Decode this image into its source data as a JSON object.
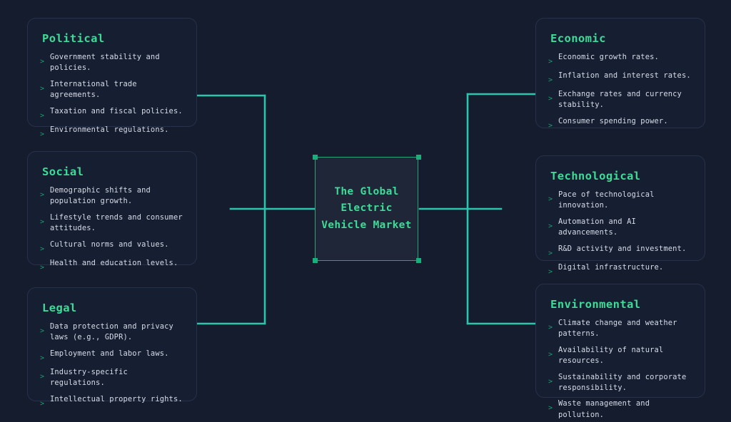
{
  "diagram": {
    "type": "pestle-mind-map",
    "center": {
      "label": "The Global\nElectric\nVehicle Market",
      "selected": true
    },
    "colors": {
      "background": "#141c2e",
      "card_fill": "#161e31",
      "card_border": "#273149",
      "accent_green": "#3ddc97",
      "connector": "#2bc4ad",
      "bullet": "#1f9e6d",
      "body_text": "#d7dce8",
      "center_fill": "#1e2638",
      "handle": "#18b07a"
    },
    "bullet_glyph": ">",
    "left_branches": [
      {
        "id": "political",
        "title": "Political",
        "items": [
          "Government stability and policies.",
          "International trade agreements.",
          "Taxation and fiscal policies.",
          "Environmental regulations."
        ]
      },
      {
        "id": "social",
        "title": "Social",
        "items": [
          "Demographic shifts and population growth.",
          "Lifestyle trends and consumer attitudes.",
          "Cultural norms and values.",
          "Health and education levels."
        ]
      },
      {
        "id": "legal",
        "title": "Legal",
        "items": [
          "Data protection and privacy laws (e.g., GDPR).",
          "Employment and labor laws.",
          "Industry-specific regulations.",
          "Intellectual property rights."
        ]
      }
    ],
    "right_branches": [
      {
        "id": "economic",
        "title": "Economic",
        "items": [
          "Economic growth rates.",
          "Inflation and interest rates.",
          "Exchange rates and currency stability.",
          "Consumer spending power."
        ]
      },
      {
        "id": "technological",
        "title": "Technological",
        "items": [
          "Pace of technological innovation.",
          "Automation and AI advancements.",
          "R&D activity and investment.",
          "Digital infrastructure."
        ]
      },
      {
        "id": "environmental",
        "title": "Environmental",
        "items": [
          "Climate change and weather patterns.",
          "Availability of natural resources.",
          "Sustainability and corporate responsibility.",
          "Waste management and pollution."
        ]
      }
    ]
  }
}
